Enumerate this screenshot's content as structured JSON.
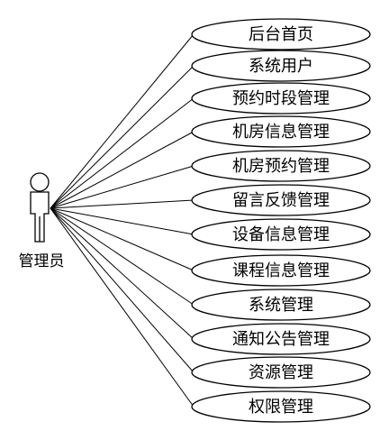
{
  "actor": {
    "name": "管理员",
    "icon": "stick-figure-actor-icon"
  },
  "use_cases": [
    "后台首页",
    "系统用户",
    "预约时段管理",
    "机房信息管理",
    "机房预约管理",
    "留言反馈管理",
    "设备信息管理",
    "课程信息管理",
    "系统管理",
    "通知公告管理",
    "资源管理",
    "权限管理"
  ],
  "colors": {
    "stroke": "#000000",
    "fill": "#ffffff",
    "text": "#000000"
  }
}
